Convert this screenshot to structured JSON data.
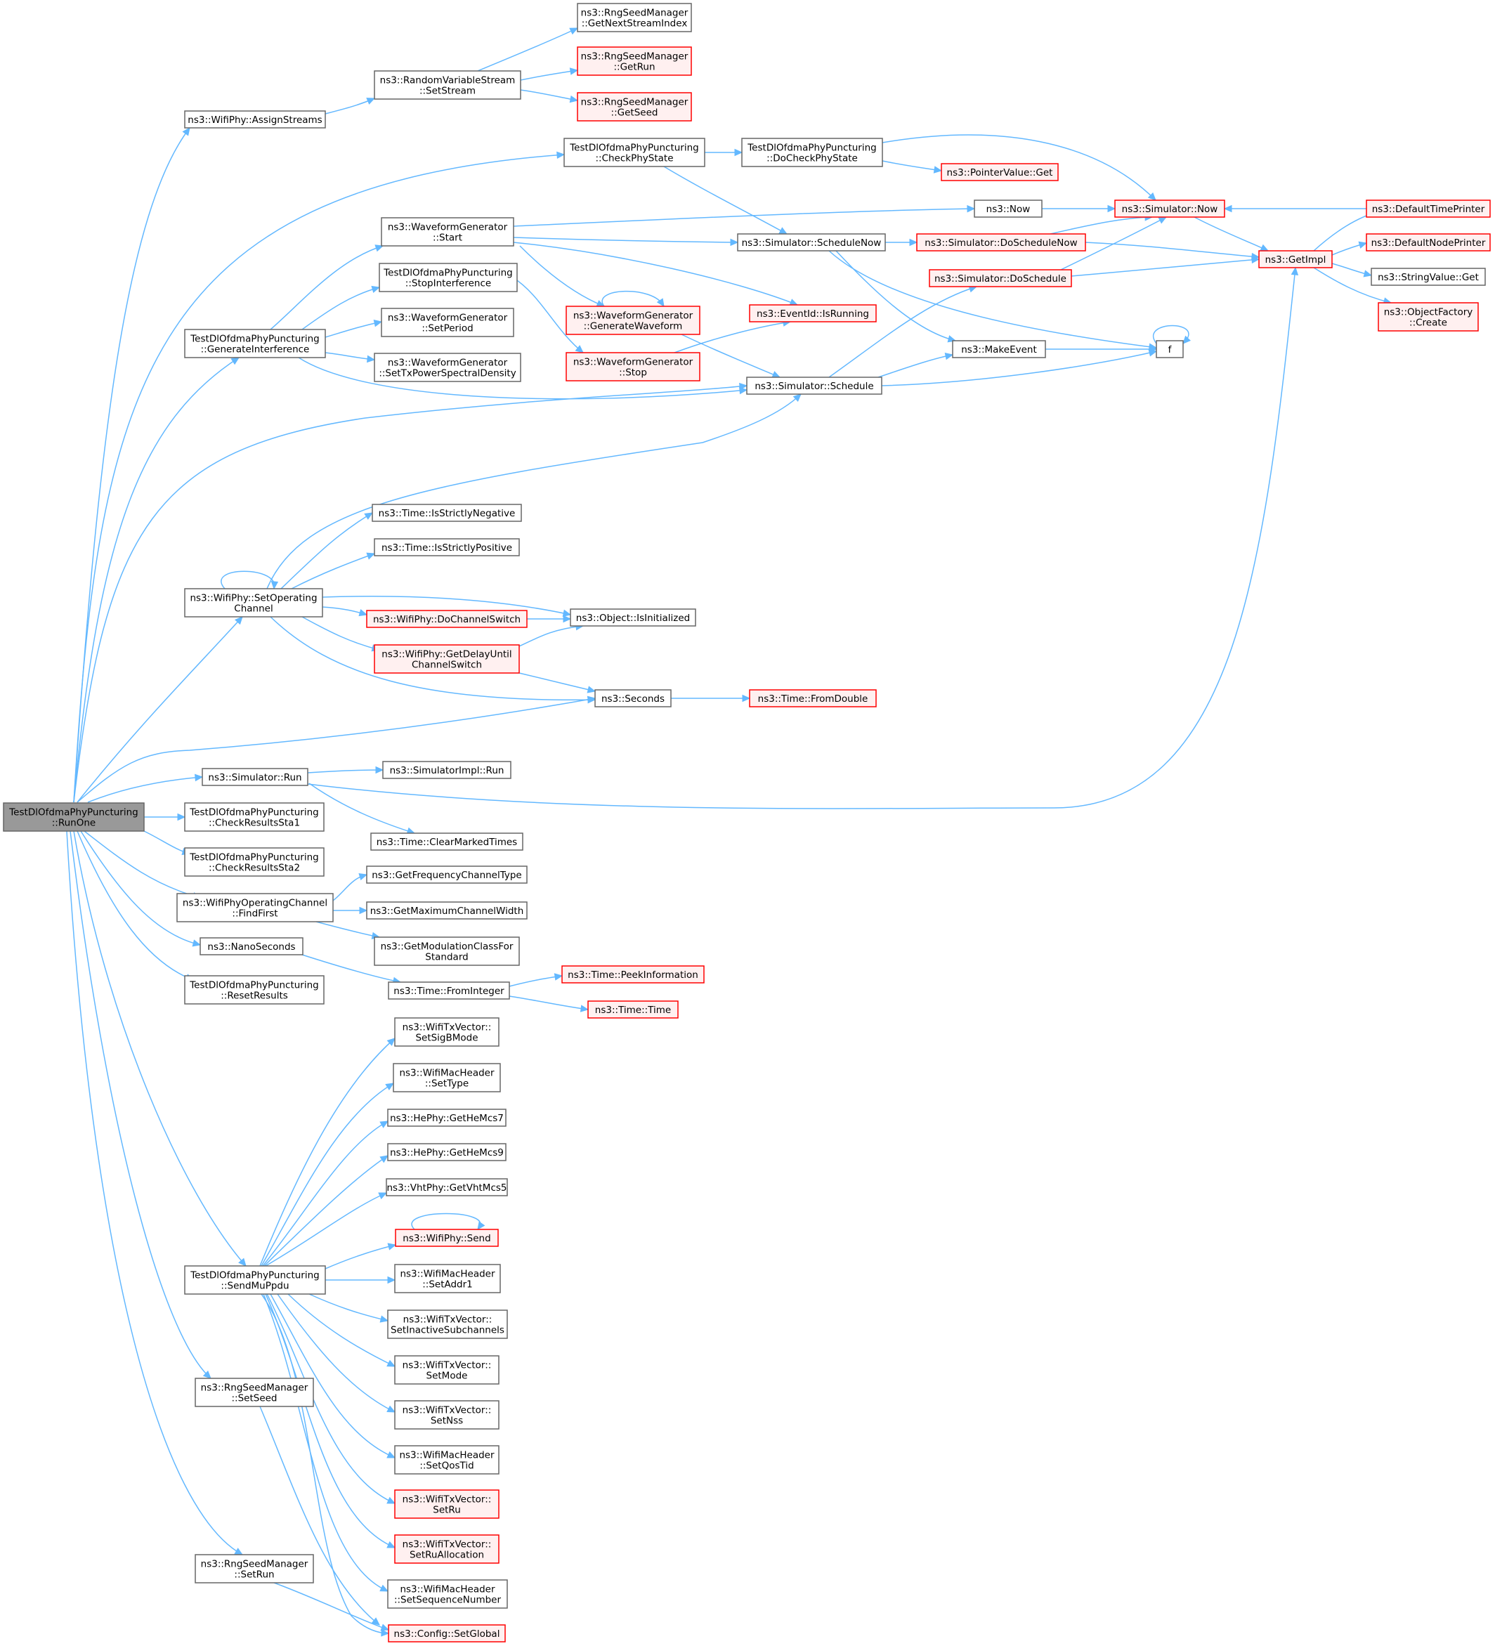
{
  "colors": {
    "edge": "#63b8ff",
    "root_fill": "#999999",
    "node_fill": "#ffffff",
    "node_border": "#666666",
    "truncated_fill": "#fff0f0",
    "truncated_border": "#ff0000"
  },
  "graph": {
    "nodes": [
      {
        "id": "root",
        "lines": [
          "TestDlOfdmaPhyPuncturing",
          "::RunOne"
        ],
        "style": "root",
        "interactable": true
      },
      {
        "id": "assignstreams",
        "lines": [
          "ns3::WifiPhy::AssignStreams"
        ],
        "style": "normal"
      },
      {
        "id": "setstream",
        "lines": [
          "ns3::RandomVariableStream",
          "::SetStream"
        ],
        "style": "normal"
      },
      {
        "id": "getnextstreamindex",
        "lines": [
          "ns3::RngSeedManager",
          "::GetNextStreamIndex"
        ],
        "style": "normal"
      },
      {
        "id": "getrun",
        "lines": [
          "ns3::RngSeedManager",
          "::GetRun"
        ],
        "style": "truncated"
      },
      {
        "id": "getseed",
        "lines": [
          "ns3::RngSeedManager",
          "::GetSeed"
        ],
        "style": "truncated"
      },
      {
        "id": "checkphystate",
        "lines": [
          "TestDlOfdmaPhyPuncturing",
          "::CheckPhyState"
        ],
        "style": "normal"
      },
      {
        "id": "docheckphystate",
        "lines": [
          "TestDlOfdmaPhyPuncturing",
          "::DoCheckPhyState"
        ],
        "style": "normal"
      },
      {
        "id": "pointervalueget",
        "lines": [
          "ns3::PointerValue::Get"
        ],
        "style": "truncated"
      },
      {
        "id": "simnow",
        "lines": [
          "ns3::Simulator::Now"
        ],
        "style": "truncated"
      },
      {
        "id": "defaulttimeprinter",
        "lines": [
          "ns3::DefaultTimePrinter"
        ],
        "style": "truncated"
      },
      {
        "id": "now",
        "lines": [
          "ns3::Now"
        ],
        "style": "normal"
      },
      {
        "id": "wgstart",
        "lines": [
          "ns3::WaveformGenerator",
          "::Start"
        ],
        "style": "normal"
      },
      {
        "id": "schedulenow",
        "lines": [
          "ns3::Simulator::ScheduleNow"
        ],
        "style": "normal"
      },
      {
        "id": "doschedulenow",
        "lines": [
          "ns3::Simulator::DoScheduleNow"
        ],
        "style": "truncated"
      },
      {
        "id": "getimpl",
        "lines": [
          "ns3::GetImpl"
        ],
        "style": "truncated"
      },
      {
        "id": "defaultnodeprinter",
        "lines": [
          "ns3::DefaultNodePrinter"
        ],
        "style": "truncated"
      },
      {
        "id": "stringvalueget",
        "lines": [
          "ns3::StringValue::Get"
        ],
        "style": "normal"
      },
      {
        "id": "objectfactorycreate",
        "lines": [
          "ns3::ObjectFactory",
          "::Create"
        ],
        "style": "truncated"
      },
      {
        "id": "stopinterference",
        "lines": [
          "TestDlOfdmaPhyPuncturing",
          "::StopInterference"
        ],
        "style": "normal"
      },
      {
        "id": "doschedule",
        "lines": [
          "ns3::Simulator::DoSchedule"
        ],
        "style": "truncated"
      },
      {
        "id": "generatewaveform",
        "lines": [
          "ns3::WaveformGenerator",
          "::GenerateWaveform"
        ],
        "style": "truncated"
      },
      {
        "id": "isrunning",
        "lines": [
          "ns3::EventId::IsRunning"
        ],
        "style": "truncated"
      },
      {
        "id": "generateinterference",
        "lines": [
          "TestDlOfdmaPhyPuncturing",
          "::GenerateInterference"
        ],
        "style": "normal"
      },
      {
        "id": "setperiod",
        "lines": [
          "ns3::WaveformGenerator",
          "::SetPeriod"
        ],
        "style": "normal"
      },
      {
        "id": "settxpsd",
        "lines": [
          "ns3::WaveformGenerator",
          "::SetTxPowerSpectralDensity"
        ],
        "style": "normal"
      },
      {
        "id": "wgstop",
        "lines": [
          "ns3::WaveformGenerator",
          "::Stop"
        ],
        "style": "truncated"
      },
      {
        "id": "makeevent",
        "lines": [
          "ns3::MakeEvent"
        ],
        "style": "normal"
      },
      {
        "id": "f",
        "lines": [
          "f"
        ],
        "style": "normal"
      },
      {
        "id": "schedule",
        "lines": [
          "ns3::Simulator::Schedule"
        ],
        "style": "normal"
      },
      {
        "id": "isstrictlynegative",
        "lines": [
          "ns3::Time::IsStrictlyNegative"
        ],
        "style": "normal"
      },
      {
        "id": "isstrictlypositive",
        "lines": [
          "ns3::Time::IsStrictlyPositive"
        ],
        "style": "normal"
      },
      {
        "id": "setoperatingchannel",
        "lines": [
          "ns3::WifiPhy::SetOperating",
          "Channel"
        ],
        "style": "normal"
      },
      {
        "id": "dochannelswitch",
        "lines": [
          "ns3::WifiPhy::DoChannelSwitch"
        ],
        "style": "truncated"
      },
      {
        "id": "isinitialized",
        "lines": [
          "ns3::Object::IsInitialized"
        ],
        "style": "normal"
      },
      {
        "id": "getdelayuntil",
        "lines": [
          "ns3::WifiPhy::GetDelayUntil",
          "ChannelSwitch"
        ],
        "style": "truncated"
      },
      {
        "id": "seconds",
        "lines": [
          "ns3::Seconds"
        ],
        "style": "normal"
      },
      {
        "id": "fromdouble",
        "lines": [
          "ns3::Time::FromDouble"
        ],
        "style": "truncated"
      },
      {
        "id": "simrun",
        "lines": [
          "ns3::Simulator::Run"
        ],
        "style": "normal"
      },
      {
        "id": "simimplrun",
        "lines": [
          "ns3::SimulatorImpl::Run"
        ],
        "style": "normal"
      },
      {
        "id": "clearmarkedtimes",
        "lines": [
          "ns3::Time::ClearMarkedTimes"
        ],
        "style": "normal"
      },
      {
        "id": "checkresultssta1",
        "lines": [
          "TestDlOfdmaPhyPuncturing",
          "::CheckResultsSta1"
        ],
        "style": "normal"
      },
      {
        "id": "checkresultssta2",
        "lines": [
          "TestDlOfdmaPhyPuncturing",
          "::CheckResultsSta2"
        ],
        "style": "normal"
      },
      {
        "id": "findfirst",
        "lines": [
          "ns3::WifiPhyOperatingChannel",
          "::FindFirst"
        ],
        "style": "normal"
      },
      {
        "id": "getfreqchanneltype",
        "lines": [
          "ns3::GetFrequencyChannelType"
        ],
        "style": "normal"
      },
      {
        "id": "getmaxchannelwidth",
        "lines": [
          "ns3::GetMaximumChannelWidth"
        ],
        "style": "normal"
      },
      {
        "id": "getmodclassfor",
        "lines": [
          "ns3::GetModulationClassFor",
          "Standard"
        ],
        "style": "normal"
      },
      {
        "id": "nanoseconds",
        "lines": [
          "ns3::NanoSeconds"
        ],
        "style": "normal"
      },
      {
        "id": "frominteger",
        "lines": [
          "ns3::Time::FromInteger"
        ],
        "style": "normal"
      },
      {
        "id": "peekinformation",
        "lines": [
          "ns3::Time::PeekInformation"
        ],
        "style": "truncated"
      },
      {
        "id": "timetime",
        "lines": [
          "ns3::Time::Time"
        ],
        "style": "truncated"
      },
      {
        "id": "resetresults",
        "lines": [
          "TestDlOfdmaPhyPuncturing",
          "::ResetResults"
        ],
        "style": "normal"
      },
      {
        "id": "setsigbmode",
        "lines": [
          "ns3::WifiTxVector::",
          "SetSigBMode"
        ],
        "style": "normal"
      },
      {
        "id": "settype",
        "lines": [
          "ns3::WifiMacHeader",
          "::SetType"
        ],
        "style": "normal"
      },
      {
        "id": "getheMcs7",
        "lines": [
          "ns3::HePhy::GetHeMcs7"
        ],
        "style": "normal"
      },
      {
        "id": "getheMcs9",
        "lines": [
          "ns3::HePhy::GetHeMcs9"
        ],
        "style": "normal"
      },
      {
        "id": "getvhtmcs5",
        "lines": [
          "ns3::VhtPhy::GetVhtMcs5"
        ],
        "style": "normal"
      },
      {
        "id": "wifiphysend",
        "lines": [
          "ns3::WifiPhy::Send"
        ],
        "style": "truncated"
      },
      {
        "id": "sendmuppdu",
        "lines": [
          "TestDlOfdmaPhyPuncturing",
          "::SendMuPpdu"
        ],
        "style": "normal"
      },
      {
        "id": "setaddr1",
        "lines": [
          "ns3::WifiMacHeader",
          "::SetAddr1"
        ],
        "style": "normal"
      },
      {
        "id": "setinactivesub",
        "lines": [
          "ns3::WifiTxVector::",
          "SetInactiveSubchannels"
        ],
        "style": "normal"
      },
      {
        "id": "setmode",
        "lines": [
          "ns3::WifiTxVector::",
          "SetMode"
        ],
        "style": "normal"
      },
      {
        "id": "setnss",
        "lines": [
          "ns3::WifiTxVector::",
          "SetNss"
        ],
        "style": "normal"
      },
      {
        "id": "setqostid",
        "lines": [
          "ns3::WifiMacHeader",
          "::SetQosTid"
        ],
        "style": "normal"
      },
      {
        "id": "setru",
        "lines": [
          "ns3::WifiTxVector::",
          "SetRu"
        ],
        "style": "truncated"
      },
      {
        "id": "setruallocation",
        "lines": [
          "ns3::WifiTxVector::",
          "SetRuAllocation"
        ],
        "style": "truncated"
      },
      {
        "id": "rngsetseed",
        "lines": [
          "ns3::RngSeedManager",
          "::SetSeed"
        ],
        "style": "normal"
      },
      {
        "id": "setsequencenumber",
        "lines": [
          "ns3::WifiMacHeader",
          "::SetSequenceNumber"
        ],
        "style": "normal"
      },
      {
        "id": "rngsetrun",
        "lines": [
          "ns3::RngSeedManager",
          "::SetRun"
        ],
        "style": "normal"
      },
      {
        "id": "configsetglobal",
        "lines": [
          "ns3::Config::SetGlobal"
        ],
        "style": "truncated"
      }
    ]
  }
}
